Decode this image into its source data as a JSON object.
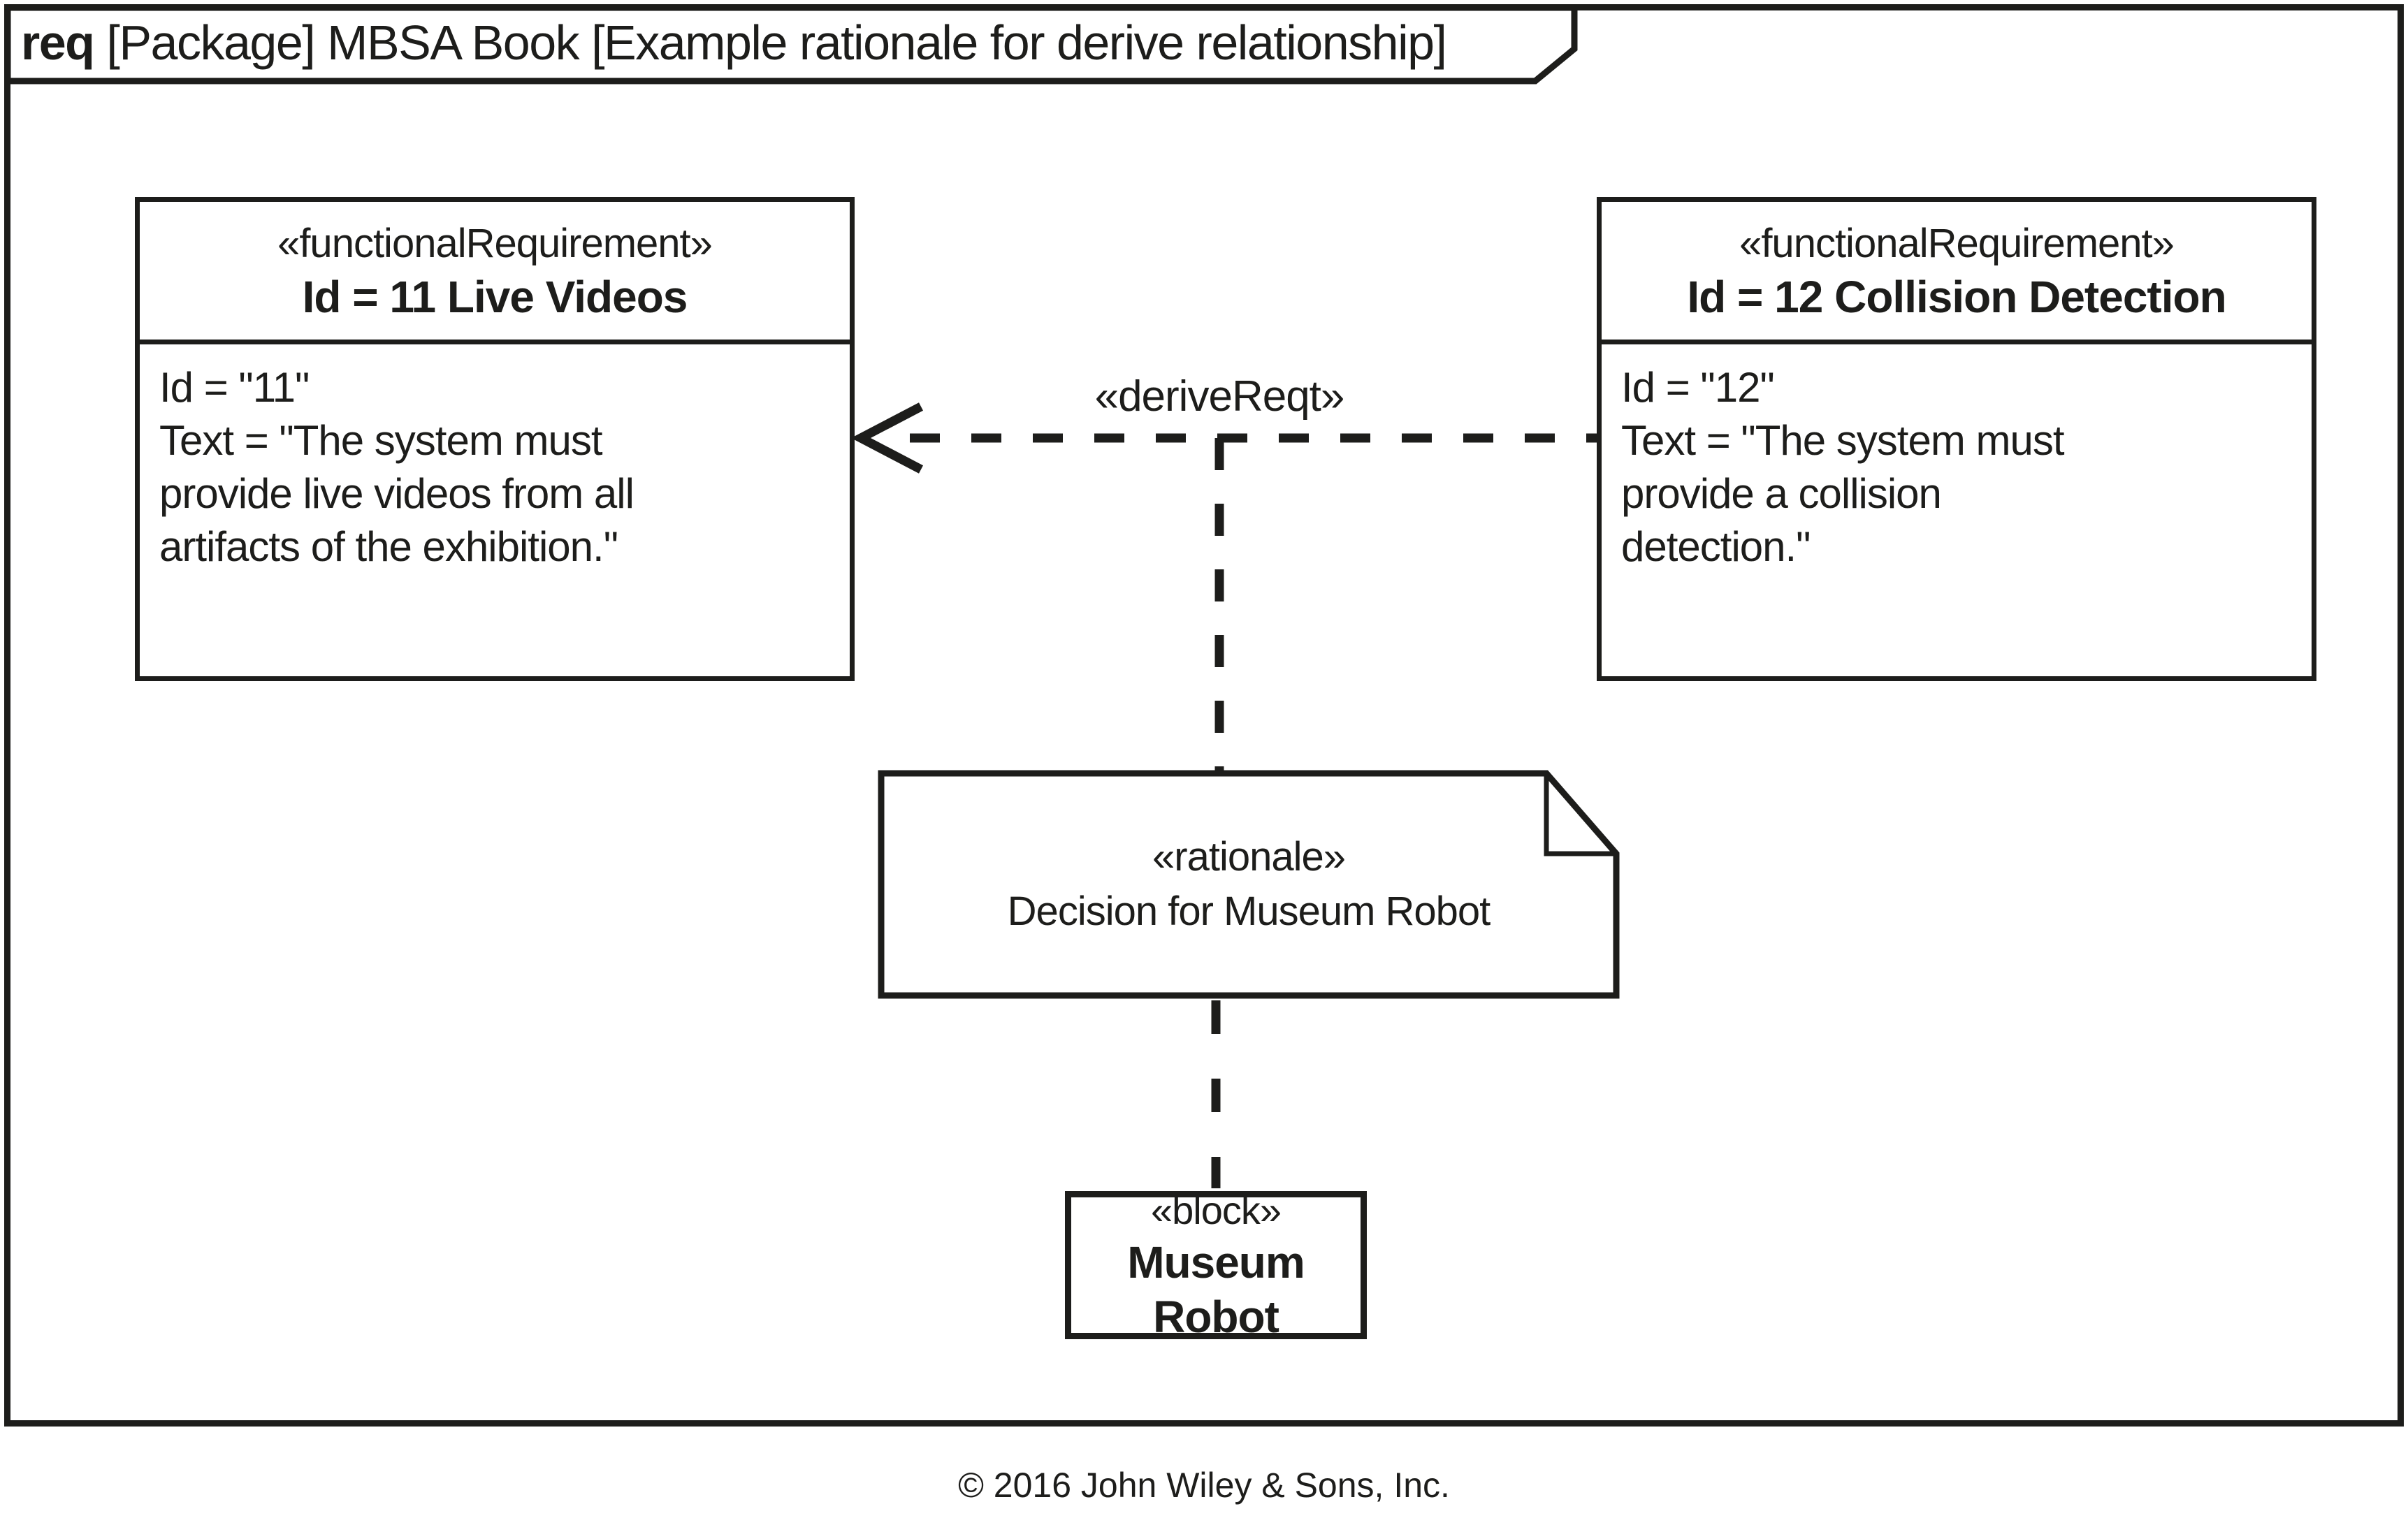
{
  "colors": {
    "ink": "#1d1d1b",
    "background": "#ffffff"
  },
  "frame": {
    "title_keyword": "req",
    "title_rest": " [Package] MBSA Book [Example rationale for derive relationship]"
  },
  "nodes": {
    "req_left": {
      "stereotype": "«functionalRequirement»",
      "name": "Id = 11 Live Videos",
      "body": "Id = \"11\"\nText = \"The system must\nprovide live videos from all\nartifacts of the exhibition.\""
    },
    "req_right": {
      "stereotype": "«functionalRequirement»",
      "name": "Id = 12 Collision Detection",
      "body": "Id = \"12\"\nText = \"The system must\nprovide a collision\ndetection.\""
    },
    "rationale": {
      "stereotype": "«rationale»",
      "text": "Decision for Museum Robot"
    },
    "block": {
      "stereotype": "«block»",
      "name": "Museum Robot"
    }
  },
  "connector": {
    "derive_label": "«deriveReqt»"
  },
  "footer": {
    "copyright": "© 2016 John Wiley & Sons, Inc."
  }
}
